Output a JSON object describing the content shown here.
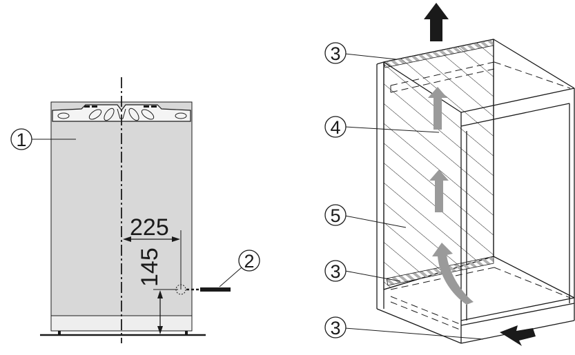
{
  "figure": {
    "left_panel": {
      "callout_1": "1",
      "callout_2": "2",
      "dim_horizontal": "225",
      "dim_vertical": "145"
    },
    "right_panel": {
      "callout_3_top": "3",
      "callout_4": "4",
      "callout_5": "5",
      "callout_3_mid": "3",
      "callout_3_bottom": "3"
    }
  },
  "colors": {
    "panel_gray": "#d8d8d8",
    "line": "#1a1a1a",
    "airflow_arrow": "#9a9a9a"
  }
}
